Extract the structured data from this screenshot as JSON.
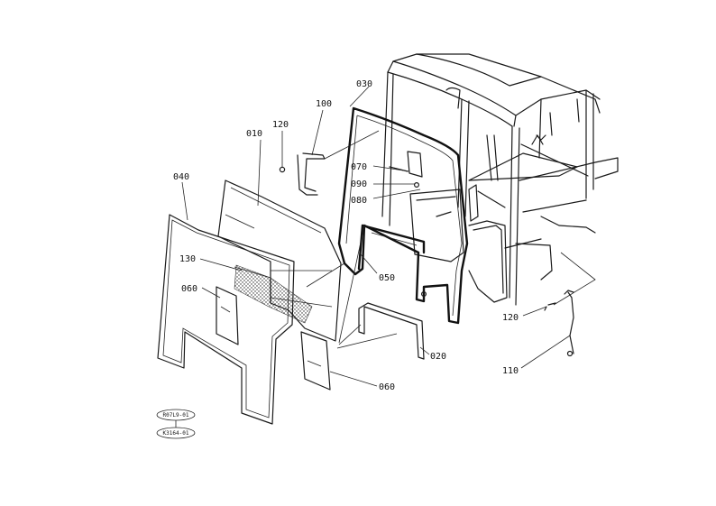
{
  "labels": {
    "p010": "010",
    "p020": "020",
    "p030": "030",
    "p040": "040",
    "p050": "050",
    "p060a": "060",
    "p060b": "060",
    "p070": "070",
    "p080": "080",
    "p090": "090",
    "p100": "100",
    "p110": "110",
    "p120a": "120",
    "p120b": "120",
    "p130": "130"
  },
  "stamps": {
    "top": "R07L9-01",
    "bottom": "K3164-01"
  }
}
